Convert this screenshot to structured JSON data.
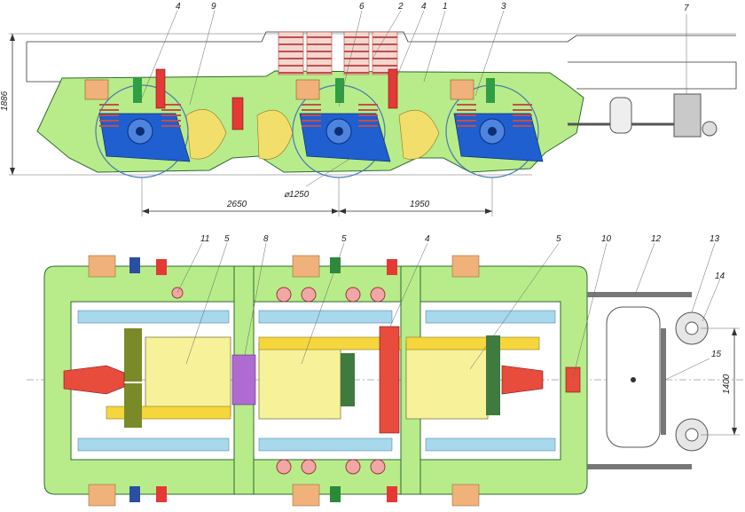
{
  "callouts_side": [
    "4",
    "9",
    "6",
    "2",
    "4",
    "1",
    "3",
    "7"
  ],
  "callouts_plan": [
    "11",
    "5",
    "8",
    "5",
    "4",
    "5",
    "10",
    "12",
    "13",
    "14",
    "15"
  ],
  "dimensions": {
    "height": "1886",
    "wheel_dia": "⌀1250",
    "base_a": "2650",
    "base_b": "1950",
    "track": "1400"
  },
  "colors": {
    "frame": "#b8ec8a",
    "axlebox": "#1f5fd0",
    "motor": "#f7f29a",
    "beam": "#f5d63c",
    "traction_rod": "#e74c3c",
    "bearing_band": "#a8d8ec",
    "damper": "#b06bd0"
  }
}
